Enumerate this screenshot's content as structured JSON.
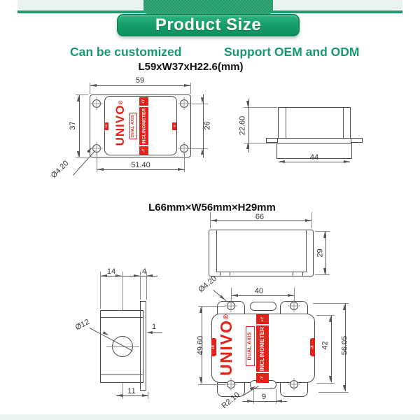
{
  "header": {
    "banner": "Product Size",
    "tagline_left": "Can be customized",
    "tagline_right": "Support OEM and ODM"
  },
  "device_label": {
    "brand": "UNIVO",
    "registered": "®",
    "tag_line1": "DUAL AXIS",
    "tag_line2": "INCLINOMETER",
    "axis_pos_y": "+Y",
    "axis_neg_y": "-Y",
    "axis_pos_x": "+X",
    "axis_neg_x": "-X"
  },
  "sections": [
    {
      "title": "L59xW37xH22.6(mm)",
      "dims": {
        "top_width": "59",
        "left_height": "37",
        "right_span": "26",
        "bottom_span": "51.40",
        "hole_dia": "Ø4.20",
        "side_height": "22.60",
        "side_bottom_width": "44"
      }
    },
    {
      "title": "L66mm×W56mm×H29mm",
      "dims": {
        "side_width": "66",
        "side_height": "29",
        "end_top_left": "14",
        "end_top_right": "4",
        "end_hole_dia": "Ø12",
        "end_flange_t": "1",
        "end_bottom": "11",
        "hole_dia": "Ø4.20",
        "top_hole_span": "40",
        "left_span": "49.60",
        "body_height": "42",
        "overall_height": "56.05",
        "slot_width": "9",
        "slot_radius": "R2.10"
      }
    }
  ],
  "colors": {
    "accent_green": "#1f9c6b",
    "brand_red": "#e2231a",
    "drawing_line": "#4a4a4a"
  }
}
